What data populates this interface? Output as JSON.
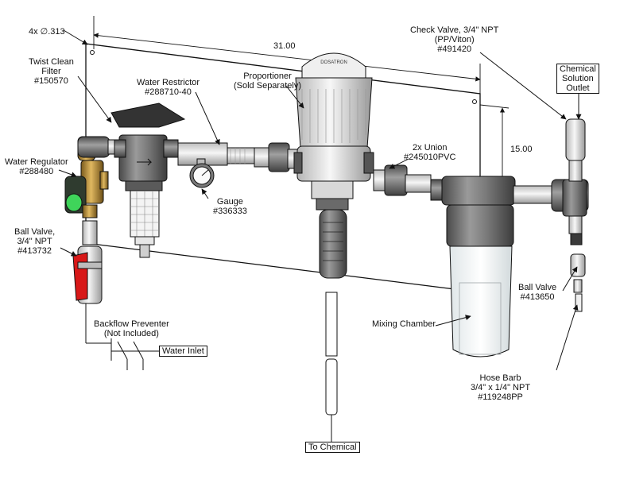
{
  "labels": {
    "holes": "4x ∅.313",
    "width_dim": "31.00",
    "height_dim": "15.00",
    "twist_filter": [
      "Twist Clean",
      "Filter",
      "#150570"
    ],
    "water_restrictor": [
      "Water Restrictor",
      "#288710-40"
    ],
    "proportioner": [
      "Proportioner",
      "(Sold Separately)"
    ],
    "check_valve": [
      "Check Valve, 3/4\" NPT",
      "(PP/Viton)",
      "#491420"
    ],
    "chemical_outlet": [
      "Chemical",
      "Solution",
      "Outlet"
    ],
    "water_regulator": [
      "Water Regulator",
      "#288480"
    ],
    "union": [
      "2x Union",
      "#245010PVC"
    ],
    "gauge": [
      "Gauge",
      "#336333"
    ],
    "ball_valve_left": [
      "Ball Valve,",
      "3/4\" NPT",
      "#413732"
    ],
    "ball_valve_right": [
      "Ball Valve",
      "#413650"
    ],
    "backflow": [
      "Backflow Preventer",
      "(Not Included)"
    ],
    "water_inlet": "Water Inlet",
    "mixing_chamber": "Mixing Chamber",
    "hose_barb": [
      "Hose Barb",
      "3/4\" x 1/4\" NPT",
      "#119248PP"
    ],
    "to_chemical": "To Chemical",
    "brand_mark": "DOSATRON"
  },
  "colors": {
    "outline": "#111111",
    "body_gray": "#6e6e6e",
    "light_gray": "#d9d9d9",
    "dark_gray": "#3a3a3a",
    "brass": "#b08a3c",
    "green": "#3fd45a",
    "red": "#d81818",
    "clear": "#eef2f3"
  }
}
